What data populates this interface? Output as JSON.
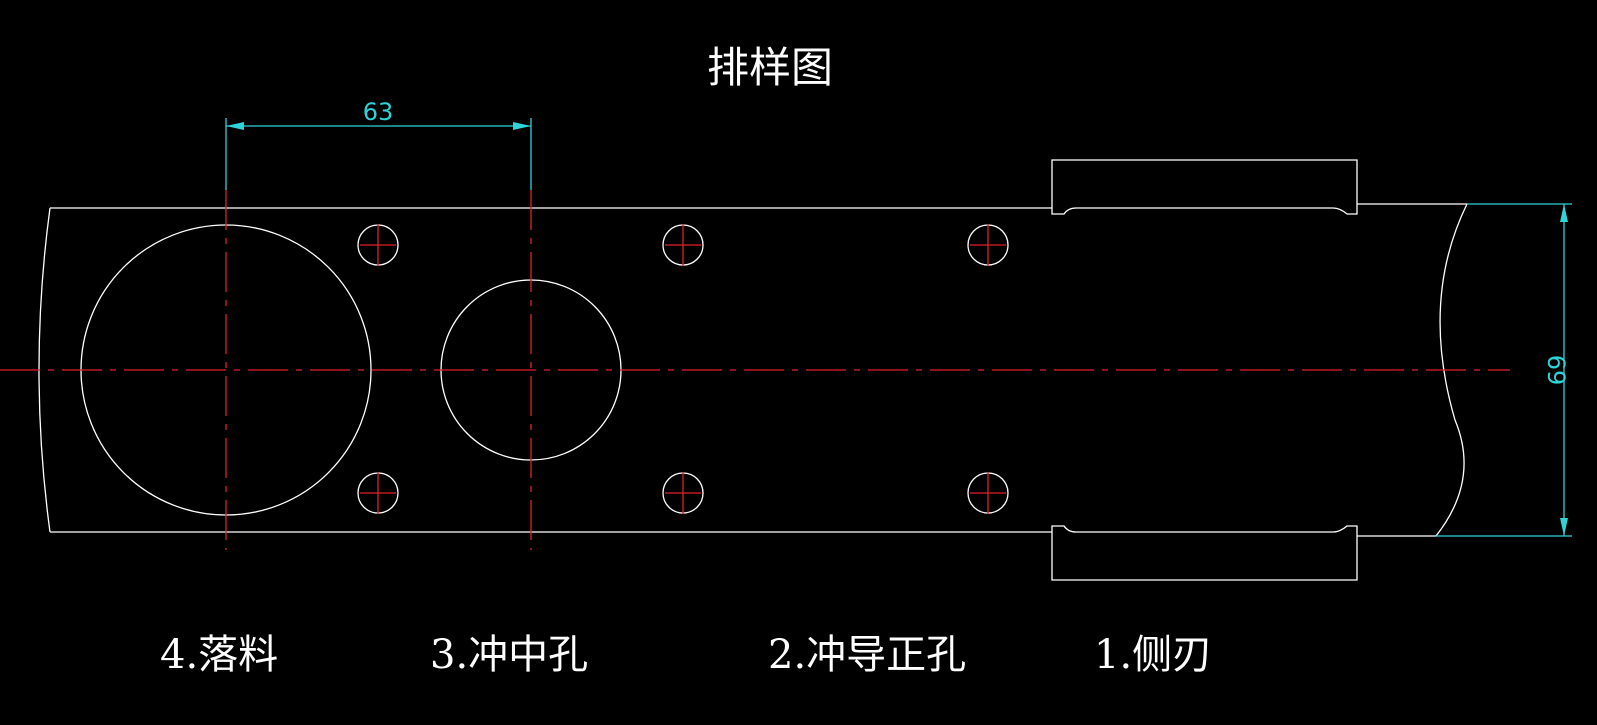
{
  "title": "排样图",
  "dimensions": {
    "pitch": "63",
    "strip_width": "69"
  },
  "steps": [
    {
      "label": "4.落料"
    },
    {
      "label": "3.冲中孔"
    },
    {
      "label": "2.冲导正孔"
    },
    {
      "label": "1.侧刃"
    }
  ],
  "colors": {
    "background": "#000000",
    "outline": "#ffffff",
    "centerline": "#e0202a",
    "dimension": "#2fd3d8"
  }
}
